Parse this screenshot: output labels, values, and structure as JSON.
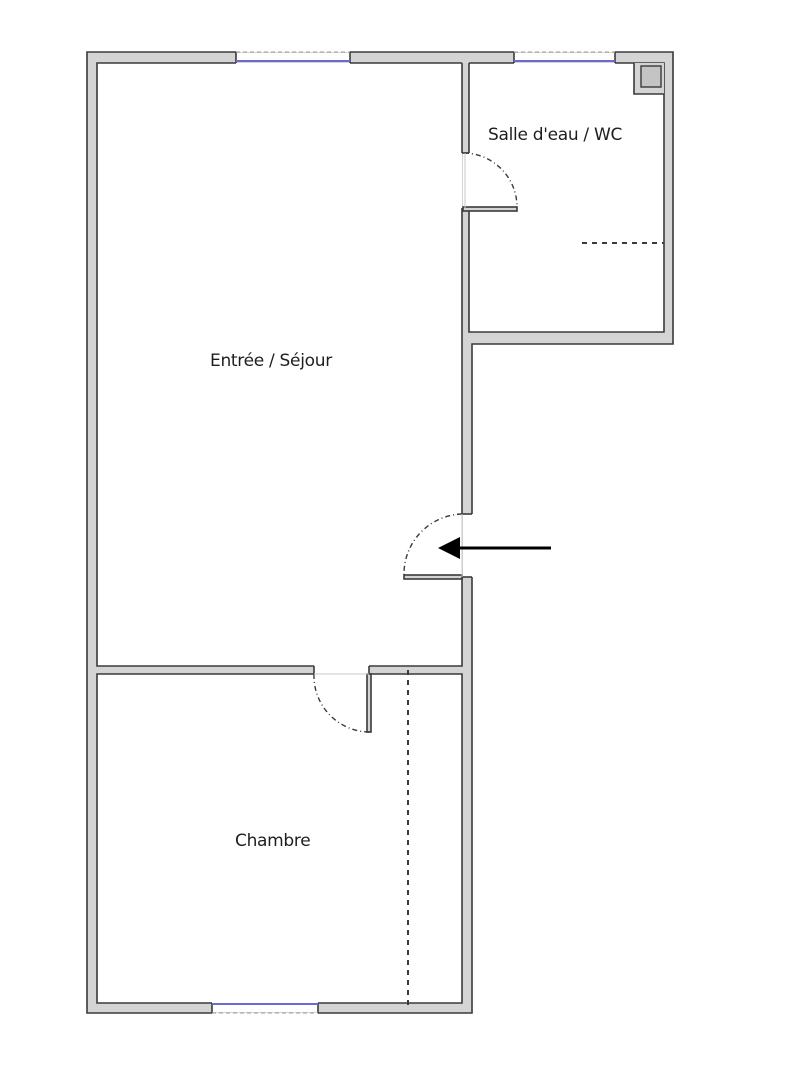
{
  "plan": {
    "rooms": [
      {
        "id": "sejour",
        "label": "Entrée / Séjour"
      },
      {
        "id": "salle-eau",
        "label": "Salle d'eau / WC"
      },
      {
        "id": "chambre",
        "label": "Chambre"
      }
    ],
    "entrance_arrow": "entrance-arrow",
    "colors": {
      "wall_fill": "#d4d4d4",
      "wall_edge": "#3a3a3a",
      "window": "#6a6ad0"
    }
  }
}
